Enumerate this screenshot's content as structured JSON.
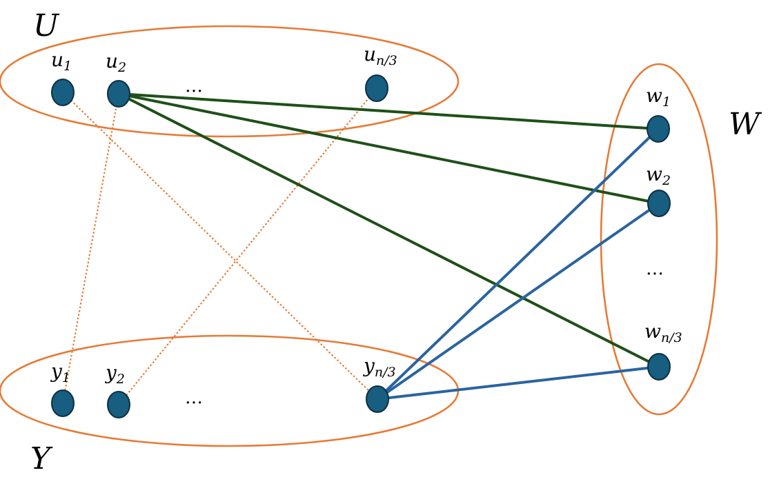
{
  "colors": {
    "set_outline": "#e77a35",
    "node_fill": "#175e80",
    "node_stroke": "#0d2f42",
    "edge_u_w": "#1e5018",
    "edge_y_w": "#2a64a0",
    "edge_u_y": "#e77a35",
    "label": "#000000"
  },
  "sets": {
    "U": {
      "label": "U",
      "nodes": [
        {
          "id": "u1",
          "base": "u",
          "sub": "1"
        },
        {
          "id": "u2",
          "base": "u",
          "sub": "2"
        },
        {
          "id": "un3",
          "base": "u",
          "sub": "n/3"
        }
      ],
      "ellipsis": "…"
    },
    "Y": {
      "label": "Y",
      "nodes": [
        {
          "id": "y1",
          "base": "y",
          "sub": "1"
        },
        {
          "id": "y2",
          "base": "y",
          "sub": "2"
        },
        {
          "id": "yn3",
          "base": "y",
          "sub": "n/3"
        }
      ],
      "ellipsis": "…"
    },
    "W": {
      "label": "W",
      "nodes": [
        {
          "id": "w1",
          "base": "w",
          "sub": "1"
        },
        {
          "id": "w2",
          "base": "w",
          "sub": "2"
        },
        {
          "id": "wn3",
          "base": "w",
          "sub": "n/3"
        }
      ],
      "ellipsis": "…"
    }
  },
  "edges": [
    {
      "from": "u1",
      "to": "yn3",
      "kind": "matching",
      "style": "dotted"
    },
    {
      "from": "u2",
      "to": "y1",
      "kind": "matching",
      "style": "dotted"
    },
    {
      "from": "un3",
      "to": "y2",
      "kind": "matching",
      "style": "dotted"
    },
    {
      "from": "u2",
      "to": "w1",
      "kind": "u_w",
      "style": "solid"
    },
    {
      "from": "u2",
      "to": "w2",
      "kind": "u_w",
      "style": "solid"
    },
    {
      "from": "u2",
      "to": "wn3",
      "kind": "u_w",
      "style": "solid"
    },
    {
      "from": "yn3",
      "to": "w1",
      "kind": "y_w",
      "style": "solid"
    },
    {
      "from": "yn3",
      "to": "w2",
      "kind": "y_w",
      "style": "solid"
    },
    {
      "from": "yn3",
      "to": "wn3",
      "kind": "y_w",
      "style": "solid"
    }
  ]
}
